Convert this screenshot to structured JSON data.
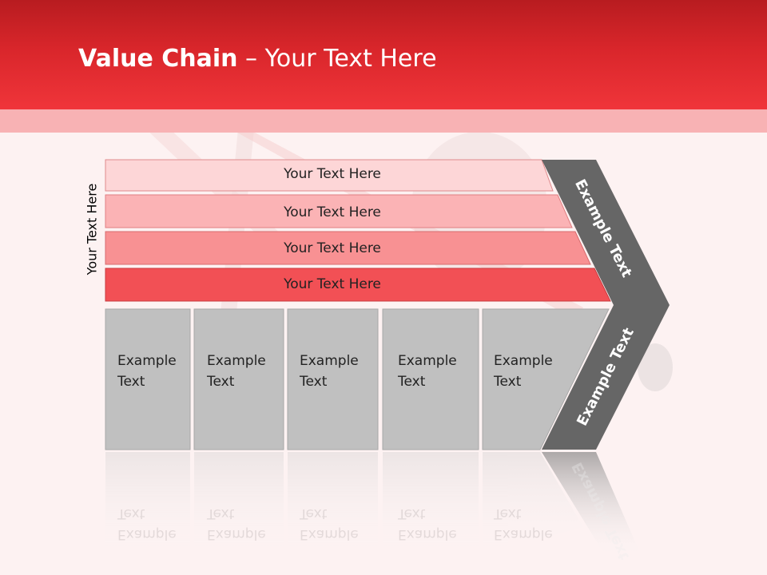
{
  "title": {
    "bold": "Value Chain",
    "rest": " – Your Text Here"
  },
  "side_label": "Your Text Here",
  "rows": [
    {
      "label": "Your Text Here",
      "color": "#fdd6d7"
    },
    {
      "label": "Your Text Here",
      "color": "#fbb3b5"
    },
    {
      "label": "Your Text Here",
      "color": "#f89193"
    },
    {
      "label": "Your Text Here",
      "color": "#f25055"
    }
  ],
  "cells": [
    {
      "label": "Example\nText"
    },
    {
      "label": "Example\nText"
    },
    {
      "label": "Example\nText"
    },
    {
      "label": "Example\nText"
    },
    {
      "label": "Example\nText"
    }
  ],
  "arrow": {
    "upper": "Example Text",
    "lower": "Example Text",
    "color": "#666666"
  },
  "colors": {
    "header": "#d9262b",
    "band": "#f8b2b4",
    "cell": "#c0c0c0"
  }
}
